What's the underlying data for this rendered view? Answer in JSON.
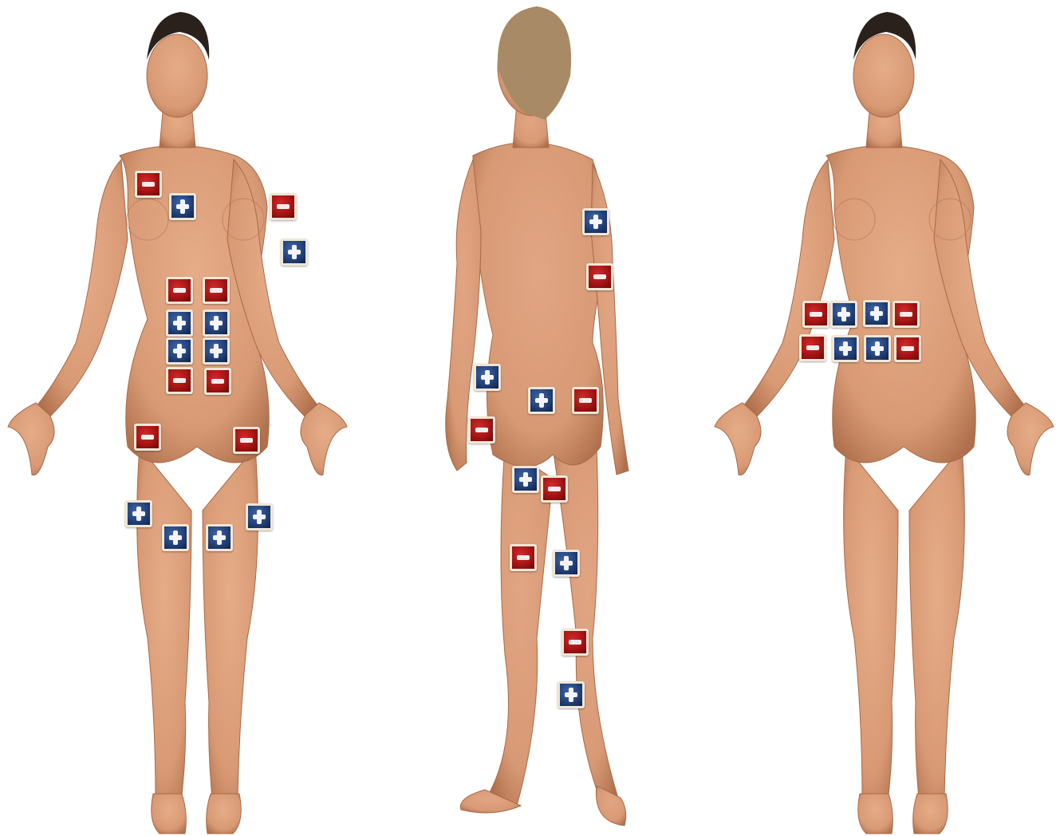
{
  "colors": {
    "skin": "#d89a75",
    "skin_shadow": "#b0704d",
    "hair_dark": "#2b211c",
    "hair_blond": "#a88a66",
    "pad_negative": "#a51414",
    "pad_positive": "#23427a",
    "pad_border": "#efe7d6",
    "background": "#ffffff"
  },
  "figures": [
    {
      "id": "front-left",
      "view": "front",
      "pads": [
        "negative",
        "positive",
        "negative",
        "positive",
        "negative",
        "negative",
        "positive",
        "positive",
        "positive",
        "positive",
        "negative",
        "negative",
        "negative",
        "negative",
        "positive",
        "positive",
        "positive",
        "positive"
      ]
    },
    {
      "id": "back",
      "view": "back",
      "pads": [
        "positive",
        "negative",
        "positive",
        "positive",
        "negative",
        "negative",
        "positive",
        "negative",
        "negative",
        "positive",
        "negative",
        "positive"
      ]
    },
    {
      "id": "front-right",
      "view": "front",
      "pads": [
        "negative",
        "positive",
        "positive",
        "negative",
        "negative",
        "positive",
        "positive",
        "negative"
      ]
    }
  ]
}
